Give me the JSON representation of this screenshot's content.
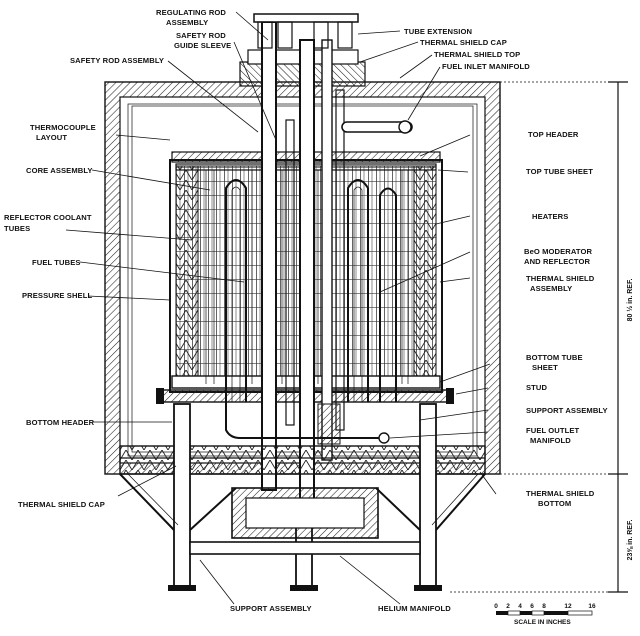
{
  "labels": {
    "regulating_rod_assembly": [
      "REGULATING ROD",
      "ASSEMBLY"
    ],
    "safety_rod_guide_sleeve": [
      "SAFETY ROD",
      "GUIDE SLEEVE"
    ],
    "safety_rod_assembly": "SAFETY ROD ASSEMBLY",
    "thermocouple_layout": [
      "THERMOCOUPLE",
      "LAYOUT"
    ],
    "core_assembly": "CORE ASSEMBLY",
    "reflector_coolant_tubes": [
      "REFLECTOR COOLANT",
      "TUBES"
    ],
    "fuel_tubes": "FUEL TUBES",
    "pressure_shell": "PRESSURE SHELL",
    "bottom_header": "BOTTOM HEADER",
    "thermal_shield_cap_left": "THERMAL SHIELD CAP",
    "tube_extension": "TUBE EXTENSION",
    "thermal_shield_cap_right": "THERMAL SHIELD CAP",
    "thermal_shield_top": "THERMAL SHIELD TOP",
    "fuel_inlet_manifold": "FUEL INLET MANIFOLD",
    "top_header": "TOP HEADER",
    "top_tube_sheet": "TOP TUBE SHEET",
    "heaters": "HEATERS",
    "beo_moderator": [
      "BeO MODERATOR",
      "AND REFLECTOR"
    ],
    "thermal_shield_assembly": [
      "THERMAL SHIELD",
      "ASSEMBLY"
    ],
    "bottom_tube_sheet": [
      "BOTTOM TUBE",
      "SHEET"
    ],
    "stud": "STUD",
    "support_assembly_right": "SUPPORT ASSEMBLY",
    "fuel_outlet_manifold": [
      "FUEL OUTLET",
      "MANIFOLD"
    ],
    "thermal_shield_bottom": [
      "THERMAL SHIELD",
      "BOTTOM"
    ],
    "support_assembly_bottom": "SUPPORT ASSEMBLY",
    "helium_manifold": "HELIUM MANIFOLD"
  },
  "dimensions": {
    "upper": "80 ½ in. REF.",
    "lower": "23⅝ in. REF."
  },
  "scale": {
    "ticks": [
      "0",
      "2",
      "4",
      "6",
      "8",
      "12",
      "16"
    ],
    "caption": "SCALE IN INCHES"
  }
}
